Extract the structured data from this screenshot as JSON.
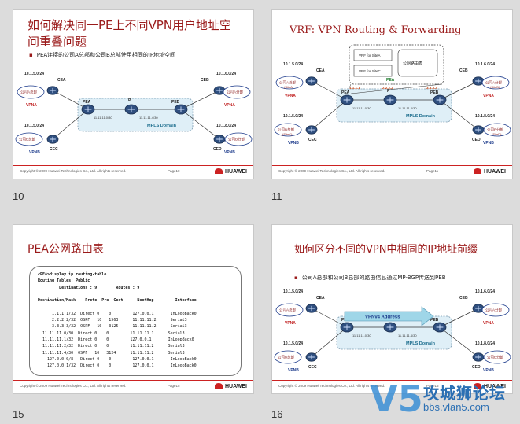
{
  "slides": [
    {
      "num": "10",
      "title_line1": "如何解决同一PE上不同VPN用户地址空",
      "title_line2": "间重叠问题",
      "bullet": "PEA连接的公司A总部和公司B总部使用相同的IP地址空间",
      "page": "Page10",
      "diagram": {
        "routers": [
          "CEA",
          "PEA",
          "P",
          "PEB",
          "CEB",
          "CEC",
          "CED"
        ],
        "subnets": [
          "10.1.5.0/24",
          "10.1.6.0/24",
          "10.1.5.0/24",
          "10.1.8.0/24"
        ],
        "sites": [
          "公司A总部",
          "公司A分部",
          "公司B总部",
          "公司B分部"
        ],
        "vpns": [
          "VPNA",
          "VPNA",
          "VPNB",
          "VPNB"
        ],
        "domain": "MPLS Domain",
        "links": [
          "11.11.11.0/30",
          "11.11.11.4/30"
        ]
      }
    },
    {
      "num": "11",
      "title": "VRF: VPN Routing & Forwarding",
      "page": "Page11",
      "vrf_a": "VRF for SiteA",
      "vrf_c": "VRF for SiteC",
      "pea_label": "PEA",
      "global_table": "公网路由表",
      "loopbacks": [
        "1.1.1.1",
        "2.2.2.2",
        "3.3.3.3"
      ],
      "diagram": {
        "routers": [
          "CEA",
          "PEA",
          "P",
          "PEB",
          "CEB",
          "CEC",
          "CED"
        ],
        "subnets": [
          "10.1.5.0/24",
          "10.1.6.0/24",
          "10.1.5.0/24",
          "10.1.8.0/24"
        ],
        "sites": [
          "公司A总部",
          "公司A分部",
          "公司B总部",
          "公司B分部"
        ],
        "site_tags": [
          "(SiteA)",
          "(SiteB)",
          "(SiteC)",
          "(SiteD)"
        ],
        "vpns": [
          "VPNA",
          "VPNA",
          "VPNB",
          "VPNB"
        ],
        "domain": "MPLS Domain",
        "links": [
          "11.11.11.0/30",
          "11.11.11.4/30"
        ]
      }
    },
    {
      "num": "15",
      "title": "PEA公网路由表",
      "page": "Page15",
      "cmd": "<PEA>display ip routing-table",
      "info1": "Routing Tables: Public",
      "info2": "         Destinations : 9        Routes : 9",
      "header": "Destination/Mask    Proto  Pre  Cost      NextHop         Interface",
      "rows": [
        "      1.1.1.1/32  Direct 0    0         127.0.0.1       InLoopBack0",
        "      2.2.2.2/32  OSPF   10   1563      11.11.11.2      Serial3",
        "      3.3.3.3/32  OSPF   10   3125      11.11.11.2      Serial3",
        "  11.11.11.0/30  Direct 0    0         11.11.11.1      Serial3",
        "  11.11.11.1/32  Direct 0    0         127.0.0.1       InLoopBack0",
        "  11.11.11.2/32  Direct 0    0         11.11.11.2      Serial3",
        "  11.11.11.4/30  OSPF   10   3124      11.11.11.2      Serial3",
        "    127.0.0.0/8   Direct 0    0         127.0.0.1       InLoopBack0",
        "    127.0.0.1/32  Direct 0    0         127.0.0.1       InLoopBack0"
      ]
    },
    {
      "num": "16",
      "title": "如何区分不同的VPN中相同的IP地址前缀",
      "bullet": "公司A总部和公司B总部的路由信息通过MP-BGP传送到PEB",
      "page": "Page16",
      "arrow_label": "VPNv4 Address",
      "diagram": {
        "routers": [
          "CEA",
          "PEA",
          "P",
          "PEB",
          "CEB",
          "CEC",
          "CED"
        ],
        "subnets": [
          "10.1.5.0/24",
          "10.1.6.0/24",
          "10.1.5.0/24",
          "10.1.8.0/24"
        ],
        "sites": [
          "公司A总部",
          "公司A分部",
          "公司B总部",
          "公司B分部"
        ],
        "vpns": [
          "VPNA",
          "VPNA",
          "VPNB",
          "VPNB"
        ],
        "domain": "MPLS Domain",
        "links": [
          "11.11.11.0/30",
          "11.11.11.4/30"
        ]
      }
    }
  ],
  "footer": {
    "copyright": "Copyright © 2009 Huawei Technologies Co., Ltd. All rights reserved.",
    "brand": "HUAWEI"
  },
  "watermark": {
    "logo": "V5",
    "name": "攻城狮论坛",
    "url": "bbs.vlan5.com"
  }
}
